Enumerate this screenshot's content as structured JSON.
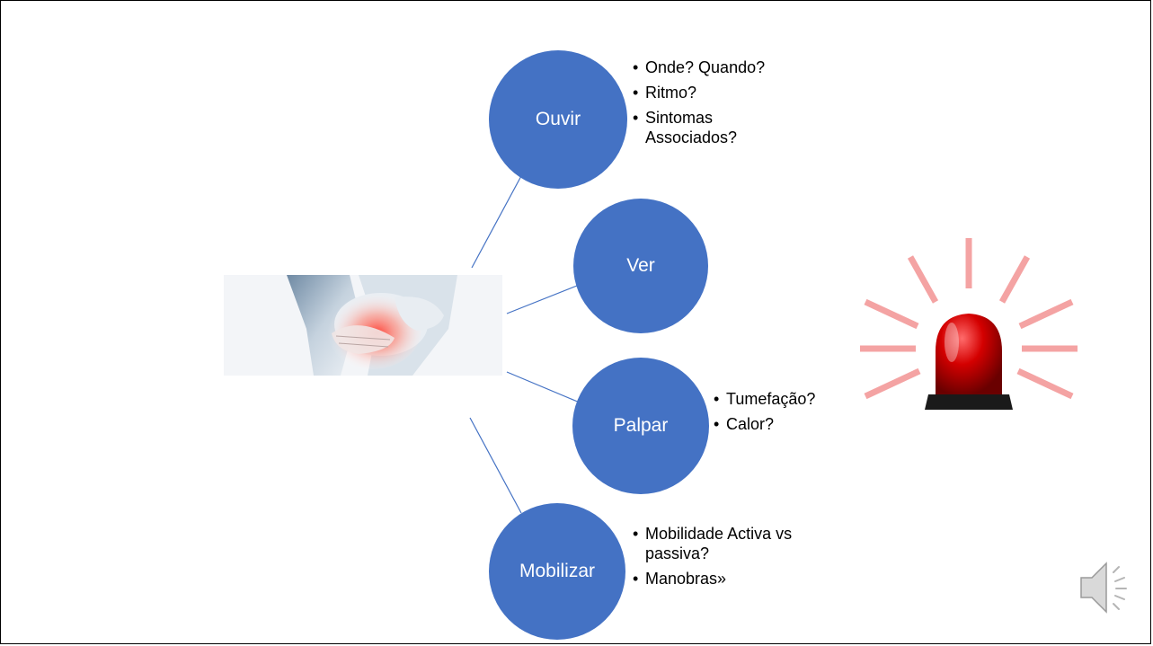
{
  "nodes": {
    "ouvir": {
      "label": "Ouvir",
      "bullets": [
        "Onde? Quando?",
        "Ritmo?",
        "Sintomas Associados?"
      ]
    },
    "ver": {
      "label": "Ver"
    },
    "palpar": {
      "label": "Palpar",
      "bullets": [
        "Tumefação?",
        "Calor?"
      ]
    },
    "mobilizar": {
      "label": "Mobilizar",
      "bullets": [
        "Mobilidade Activa vs passiva?",
        "Manobras»"
      ]
    }
  },
  "colors": {
    "node_fill": "#4472c4",
    "connector": "#4472c4",
    "alarm_red": "#c00000"
  },
  "icons": {
    "photo": "knee-pain-photo",
    "alarm": "alarm-siren-icon",
    "audio": "speaker-icon"
  }
}
